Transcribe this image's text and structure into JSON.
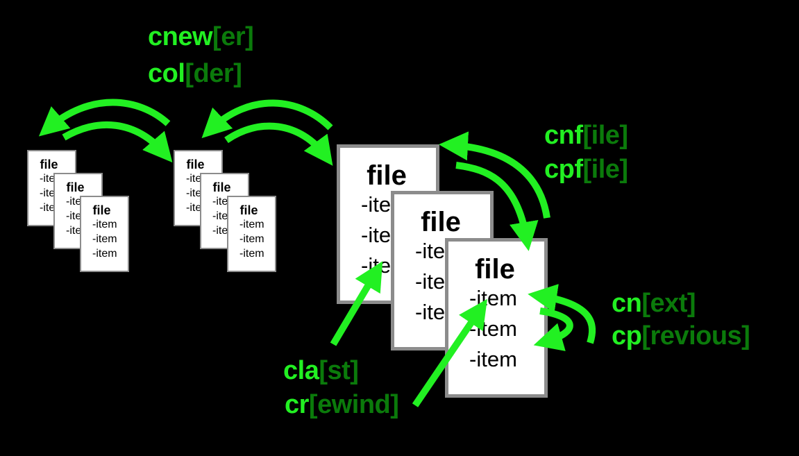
{
  "card": {
    "title": "file",
    "items": [
      "-item",
      "-item",
      "-item"
    ]
  },
  "labels": {
    "folder": [
      {
        "cmd": "cnew",
        "rest": "[er]"
      },
      {
        "cmd": "col",
        "rest": "[der]"
      }
    ],
    "file": [
      {
        "cmd": "cnf",
        "rest": "[ile]"
      },
      {
        "cmd": "cpf",
        "rest": "[ile]"
      }
    ],
    "item": [
      {
        "cmd": "cn",
        "rest": "[ext]"
      },
      {
        "cmd": "cp",
        "rest": "[revious]"
      }
    ],
    "list": [
      {
        "cmd": "cla",
        "rest": "[st]"
      },
      {
        "cmd": "cr",
        "rest": "[ewind]"
      }
    ]
  },
  "colors": {
    "background": "#000000",
    "arrow": "#22f022",
    "command": "#22f022",
    "completion": "#0b7a0b",
    "card_border": "#8c8c8c",
    "card_fill": "#ffffff"
  }
}
